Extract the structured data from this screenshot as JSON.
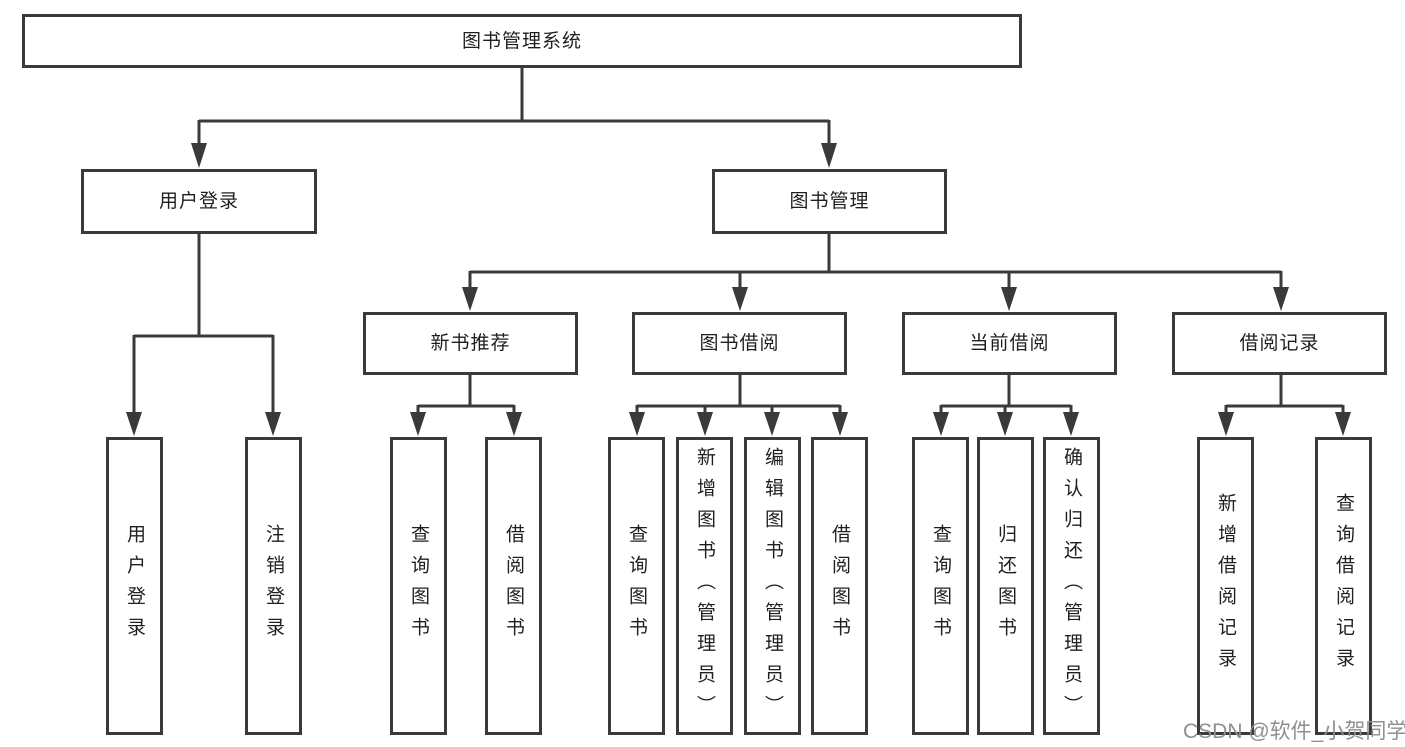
{
  "nodes": {
    "root": "图书管理系统",
    "user_login": "用户登录",
    "book_management": "图书管理",
    "new_book_recommend": "新书推荐",
    "book_borrow": "图书借阅",
    "current_borrow": "当前借阅",
    "borrow_records": "借阅记录",
    "leaf_user_login": "用户登录",
    "leaf_logout": "注销登录",
    "leaf_nb_query_book": "查询图书",
    "leaf_nb_borrow_book": "借阅图书",
    "leaf_bb_query_book": "查询图书",
    "leaf_bb_add_book": "新增图书（管理员）",
    "leaf_bb_edit_book": "编辑图书（管理员）",
    "leaf_bb_borrow_book": "借阅图书",
    "leaf_cb_query_book": "查询图书",
    "leaf_cb_return_book": "归还图书",
    "leaf_cb_confirm_return": "确认归还（管理员）",
    "leaf_br_add_record": "新增借阅记录",
    "leaf_br_query_record": "查询借阅记录"
  },
  "watermark": "CSDN @软件_小贺同学",
  "colors": {
    "line": "#3a3a3a",
    "text": "#1f1f1f",
    "watermark_gray": "#8f8f8f",
    "background": "#ffffff"
  }
}
